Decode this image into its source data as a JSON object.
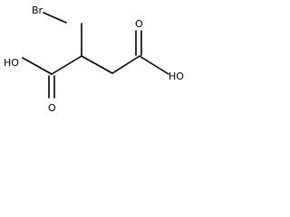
{
  "molecule": {
    "labels": {
      "br": "Br",
      "left_oh": "HO",
      "right_oh": "HO",
      "left_carbonyl_o": "O",
      "right_carbonyl_o": "O"
    }
  }
}
